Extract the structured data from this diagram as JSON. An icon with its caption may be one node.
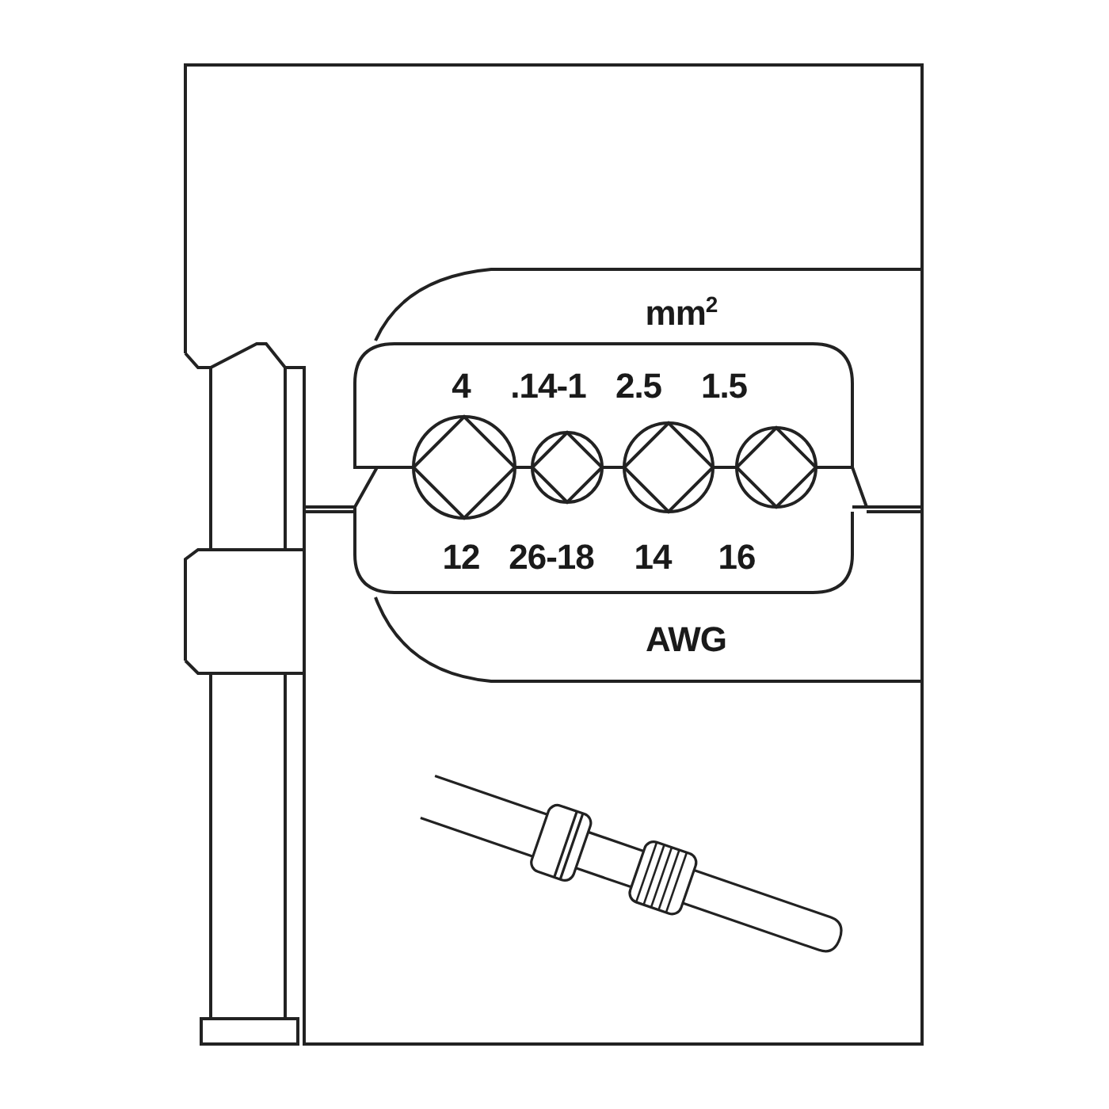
{
  "diagram": {
    "labels": [
      "mm$^{2}$",
      "4",
      ".14-1",
      "2.5",
      "1.5",
      "12",
      "26-18",
      "14",
      "16",
      "AWG"
    ]
  }
}
